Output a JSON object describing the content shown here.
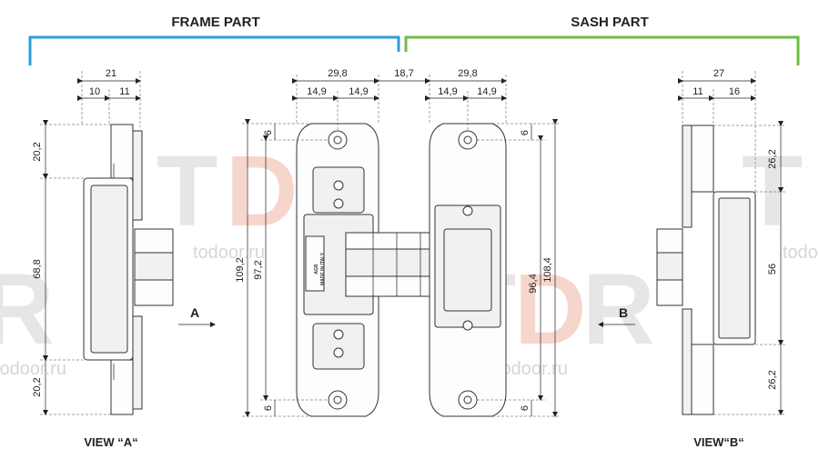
{
  "headers": {
    "frame_part": "FRAME PART",
    "sash_part": "SASH PART",
    "frame_color": "#2a9fd8",
    "sash_color": "#6fbe44"
  },
  "views": {
    "view_a": "VIEW “A“",
    "view_b": "VIEW“B“",
    "arrow_a": "A",
    "arrow_b": "B"
  },
  "dimensions": {
    "left_total": "21",
    "left_a": "10",
    "left_b": "11",
    "left_top": "20,2",
    "left_mid": "68,8",
    "left_bottom": "20,2",
    "center_frame_width": "29,8",
    "center_frame_half_a": "14,9",
    "center_frame_half_b": "14,9",
    "center_gap": "18,7",
    "center_sash_width": "29,8",
    "center_sash_half_a": "14,9",
    "center_sash_half_b": "14,9",
    "frame_total_height": "109,2",
    "frame_inner_height": "97,2",
    "frame_top_offset": "6",
    "frame_bottom_offset": "6",
    "sash_inner_height": "96,4",
    "sash_total_height": "108,4",
    "sash_top_offset": "6",
    "sash_bottom_offset": "6",
    "right_total": "27",
    "right_a": "11",
    "right_b": "16",
    "right_top": "26,2",
    "right_mid": "56",
    "right_bottom": "26,2"
  },
  "part_marks": {
    "brand_logo": "AGB",
    "origin": "MADE IN ITALY"
  },
  "watermark": {
    "brand": "TDR",
    "site": "todoor.ru"
  }
}
